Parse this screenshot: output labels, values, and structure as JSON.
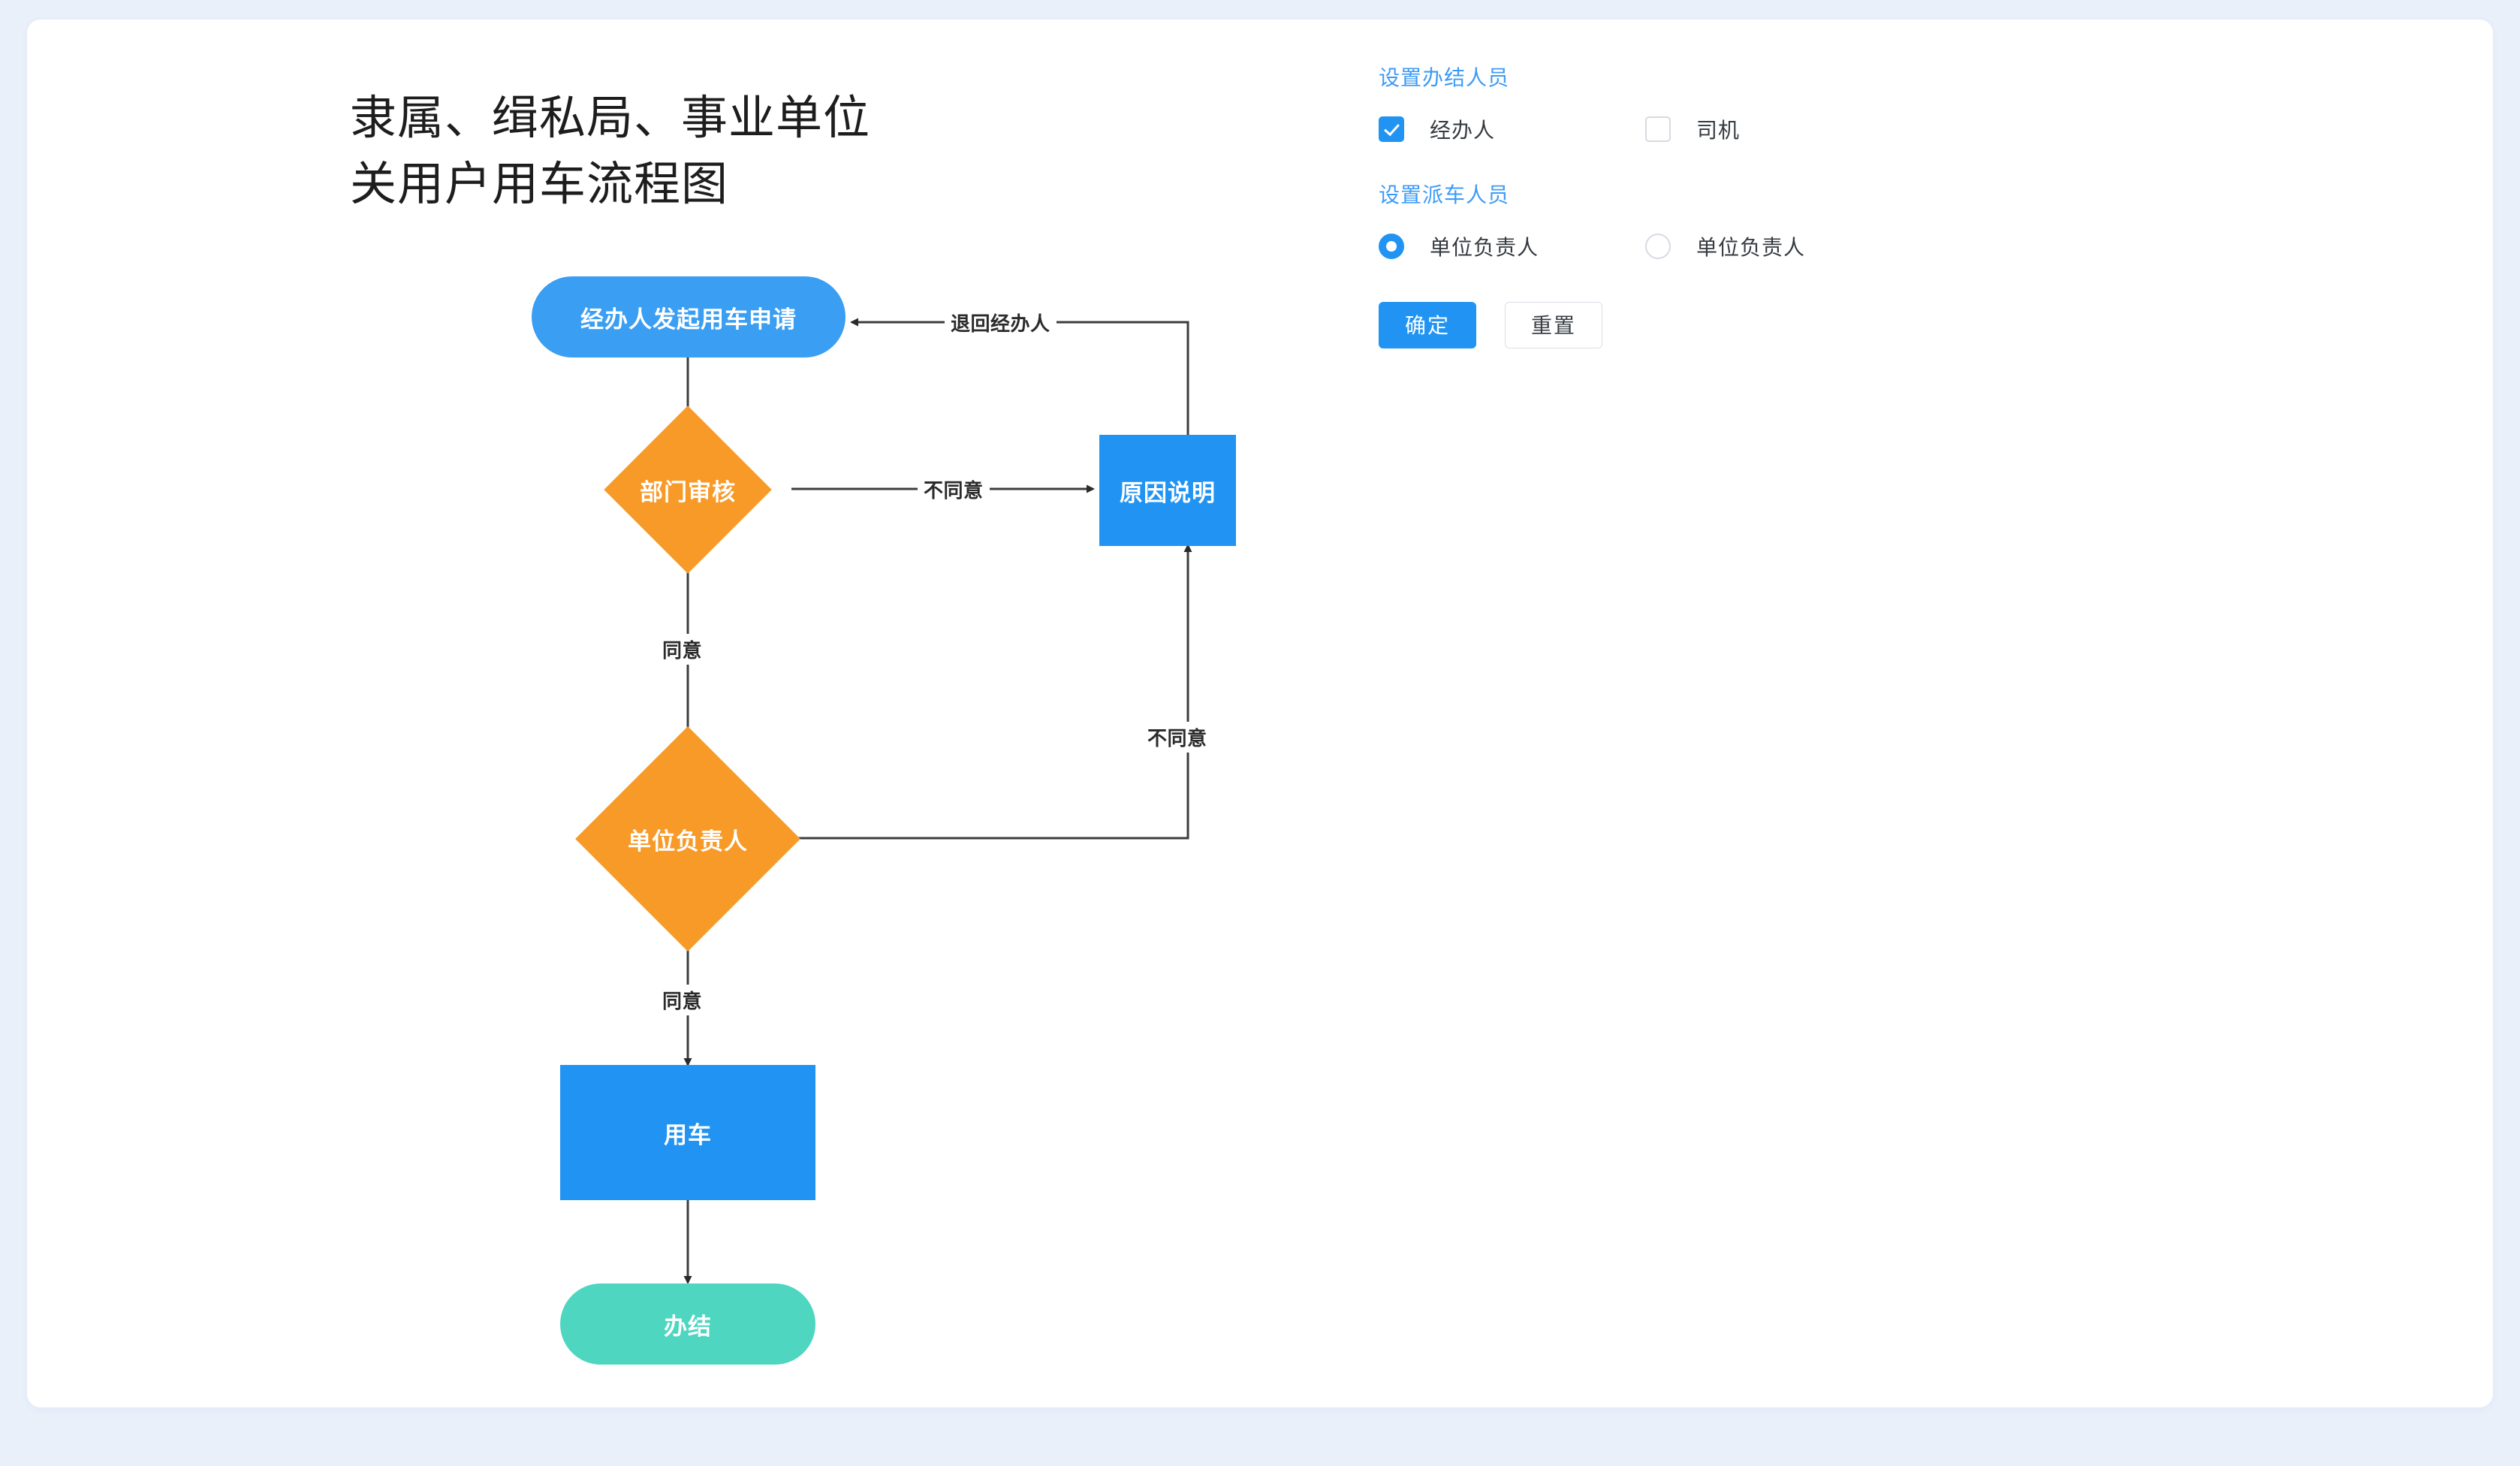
{
  "diagram": {
    "title": "隶属、缉私局、事业单位\n 关用户用车流程图",
    "nodes": [
      {
        "id": "start",
        "label": "经办人发起用车申请",
        "shape": "pill",
        "color": "#3a9ef2"
      },
      {
        "id": "dept",
        "label": "部门审核",
        "shape": "diamond",
        "color": "#f89a28"
      },
      {
        "id": "reason",
        "label": "原因说明",
        "shape": "rect",
        "color": "#2194f3"
      },
      {
        "id": "leader",
        "label": "单位负责人",
        "shape": "diamond",
        "color": "#f89a28"
      },
      {
        "id": "usecar",
        "label": "用车",
        "shape": "rect",
        "color": "#2194f3"
      },
      {
        "id": "done",
        "label": "办结",
        "shape": "pill",
        "color": "#4ed6c0"
      }
    ],
    "edges": [
      {
        "from": "start",
        "to": "dept",
        "label": ""
      },
      {
        "from": "dept",
        "to": "reason",
        "label": "不同意"
      },
      {
        "from": "dept",
        "to": "leader",
        "label": "同意"
      },
      {
        "from": "reason",
        "to": "start",
        "label": "退回经办人"
      },
      {
        "from": "leader",
        "to": "reason",
        "label": "不同意"
      },
      {
        "from": "leader",
        "to": "usecar",
        "label": "同意"
      },
      {
        "from": "usecar",
        "to": "done",
        "label": ""
      }
    ],
    "edge_color": "#3c3c3c"
  },
  "panel": {
    "accent": "#2194f3",
    "sections": [
      {
        "title": "设置办结人员",
        "control": "checkbox",
        "options": [
          {
            "label": "经办人",
            "checked": true
          },
          {
            "label": "司机",
            "checked": false
          }
        ]
      },
      {
        "title": "设置派车人员",
        "control": "radio",
        "options": [
          {
            "label": "单位负责人",
            "checked": true
          },
          {
            "label": "单位负责人",
            "checked": false
          }
        ]
      }
    ],
    "buttons": {
      "confirm": "确定",
      "reset": "重置"
    }
  }
}
